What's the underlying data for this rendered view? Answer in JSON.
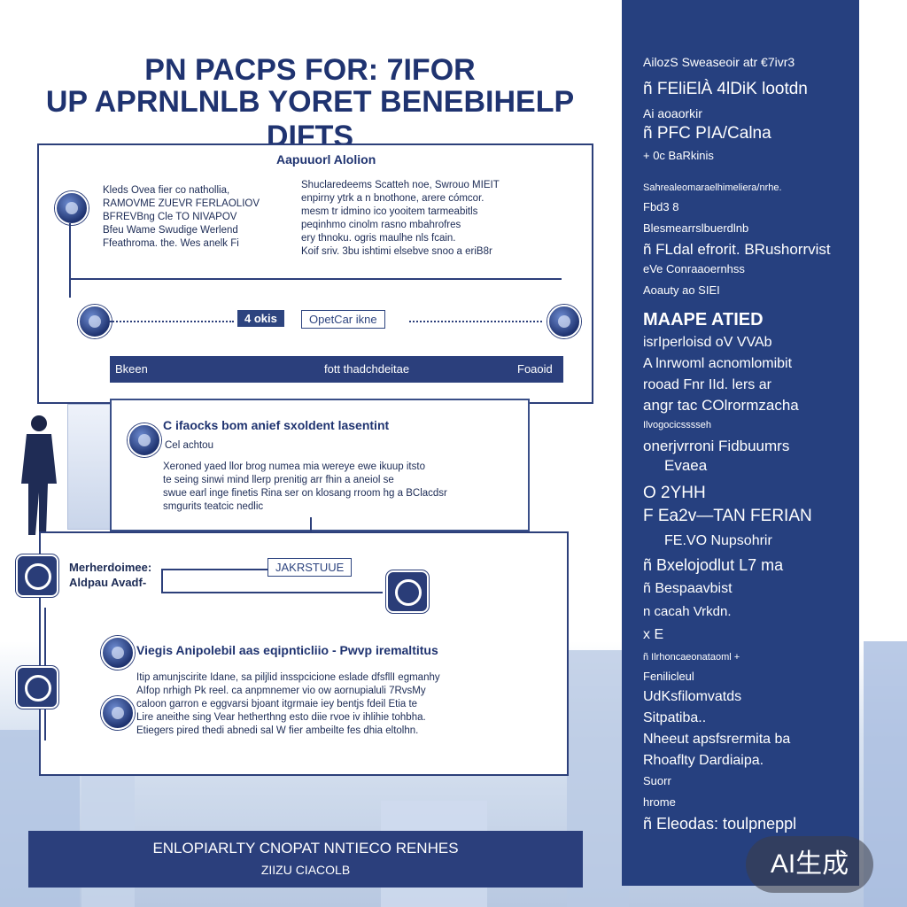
{
  "title": {
    "line1": "PN PACPS FOR: 7IFOR",
    "line2": "UP APRNLNLB YORET BENEBIHELP DIFTS"
  },
  "panel1": {
    "heading": "Aapuuorl Alolion",
    "left_text": [
      "Kleds Ovea fier co nathollia,",
      "RAMOVME ZUEVR FERLAOLIOV",
      "BFREVBng Cle TO NIVAPOV",
      "Bfeu Wame Swudige Werlend",
      "Ffeathroma. the. Wes anelk Fi"
    ],
    "right_text": [
      "Shuclaredeems Scatteh noe, Swrouo MIEIT",
      "enpirny ytrk a n bnothone, arere cómcor.",
      "mesm tr idmino ico yooitem tarmeabitls",
      "peqinhmo cinolm rasno mbahrofres",
      "ery thnoku. ogris maulhe nls fcain.",
      "Koif sriv. 3bu ishtimi elsebve snoo a eriB8r"
    ],
    "tags": {
      "a": "4 okis",
      "b": "OpetCar ikne"
    },
    "bar": {
      "left": "Bkeen",
      "mid": "fott thadchdeitae",
      "right": "Foaoid"
    }
  },
  "panel2": {
    "heading": "C ifaocks bom anief sxoldent lasentint",
    "subhead": "Cel achtou",
    "text": [
      "Xeroned yaed llor brog numea mia wereye ewe ikuup itsto",
      "te seing sinwi mind llerp prenitig arr fhin a aneiol se",
      "swue earl inge finetis Rina ser on klosang rroom hg a BClacdsr",
      "smgurits teatcic nedlic"
    ]
  },
  "panel3": {
    "left_label": [
      "Merherdoimee:",
      "Aldpau Avadf-"
    ],
    "tag": "JAKRSTUUE",
    "heading": "Viegis Anipolebil aas eqipnticliio - Pwvp iremaltitus",
    "text": [
      "Itip amunjscirite Idane, sa piljlid insspcicione eslade dfsfllI egmanhy",
      "AIfop nrhigh Pk reel. ca anpmnemer vio ow aornupialuli 7RvsMy",
      "caloon garron e eggvarsi bjoant itgrmaie iey bentjs fdeil Etia te",
      "Lire aneithe sing Vear hetherthng esto diie rvoe iv ihlihie tohbha.",
      "Etiegers pired thedi abnedi sal W fier ambeilte fes dhia eltolhn."
    ]
  },
  "sidebar": {
    "items": [
      "AilozS Sweaseoir atr €7ivr3",
      "ñ FEliElÀ 4lDiK lootdn",
      "Ai aoaorkir",
      "ñ PFC PIA/Calna",
      "+ 0c BaRkinis",
      "Sahrealeomaraelhimeliera/nrhe.",
      "Fbd3 8",
      "Blesmearrslbuerdlnb",
      "ñ FLdal efrorit. BRushorrvist",
      "eVe Conraaoernhss",
      "Aoauty ao SIEI",
      "MAAPE ATIED",
      "isrIperloisd oV  VVAb",
      "A lnrwoml acnomlomibit",
      "rooad Fnr IId. lers ar",
      "angr tac COlrormzacha",
      "Ilvogocicsssseh",
      "onerjvrroni Fidbuumrs",
      "Evaea",
      "O 2YHH",
      "F Ea2v—TAN FERIAN",
      "FE.VO Nupsohrir",
      "ñ Bxelojodlut L7 ma",
      "ñ Bespaavbist",
      "n cacah Vrkdn.",
      "x E",
      "ñ Ilrhoncaeonataoml +",
      "Fenilicleul",
      "UdKsfilomvatds",
      "Sitpatiba..",
      "Nheeut apsfsrermita ba",
      "Rhoaflty Dardiaipa.",
      "Suorr",
      "hrome",
      "ñ Eleodas: toulpneppl"
    ]
  },
  "footer": {
    "line1": "ENLOPIARLTY CNOPAT NNTIECO RENHES",
    "line2": "ZIIZU CIACOLB"
  },
  "badge": "AI生成",
  "colors": {
    "navy": "#26407f",
    "title_navy": "#1f3370",
    "bg_light_blue": "#c7d4ea"
  }
}
